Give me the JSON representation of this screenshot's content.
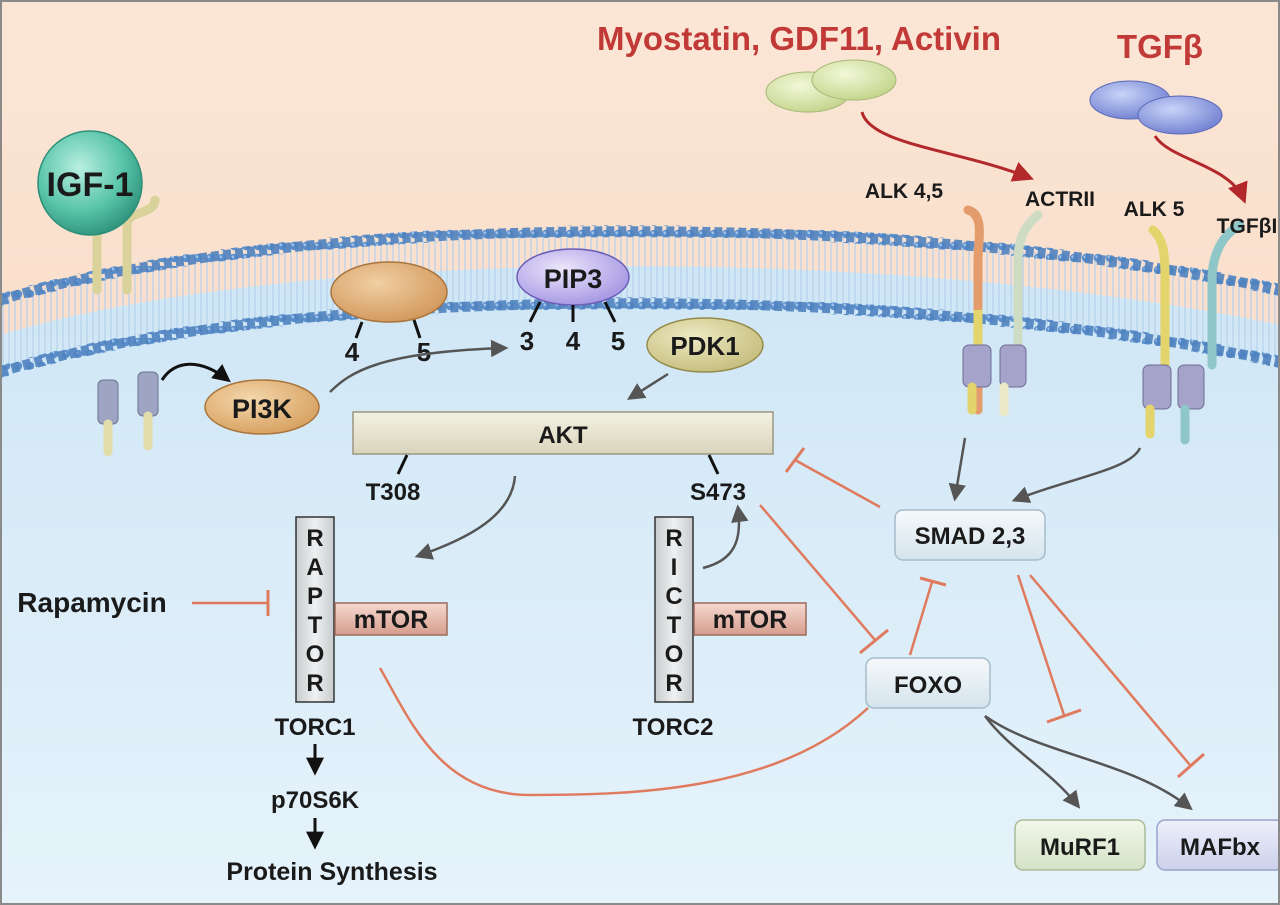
{
  "ligands": {
    "igf1": "IGF-1",
    "myostatin_group": "Myostatin, GDF11, Activin",
    "tgfb": "TGFβ"
  },
  "receptors": {
    "alk45": "ALK 4,5",
    "actrii": "ACTRII",
    "alk5": "ALK 5",
    "tgfbi": "TGFβI"
  },
  "membrane": {
    "pip2_site_4": "4",
    "pip2_site_5": "5",
    "pip3": "PIP3",
    "pip3_site_3": "3",
    "pip3_site_4": "4",
    "pip3_site_5": "5"
  },
  "kinases": {
    "pi3k": "PI3K",
    "pdk1": "PDK1",
    "akt": "AKT",
    "t308": "T308",
    "s473": "S473"
  },
  "torc1": {
    "raptor_letters": [
      "R",
      "A",
      "P",
      "T",
      "O",
      "R"
    ],
    "mtor": "mTOR",
    "label": "TORC1"
  },
  "torc2": {
    "rictor_letters": [
      "R",
      "I",
      "C",
      "T",
      "O",
      "R"
    ],
    "mtor": "mTOR",
    "label": "TORC2"
  },
  "downstream": {
    "rapamycin": "Rapamycin",
    "p70s6k": "p70S6K",
    "protein_synthesis": "Protein Synthesis",
    "smad": "SMAD 2,3",
    "foxo": "FOXO",
    "murf1": "MuRF1",
    "mafbx": "MAFbx"
  },
  "colors": {
    "background_top": "#f9dcc8",
    "cytoplasm": "#dbedf8",
    "membrane_head": "#5a8cc8",
    "activation_arrow": "#555555",
    "ligand_arrow": "#b3282a",
    "inhibition": "#e07a5f",
    "label_red": "#c23a38"
  }
}
